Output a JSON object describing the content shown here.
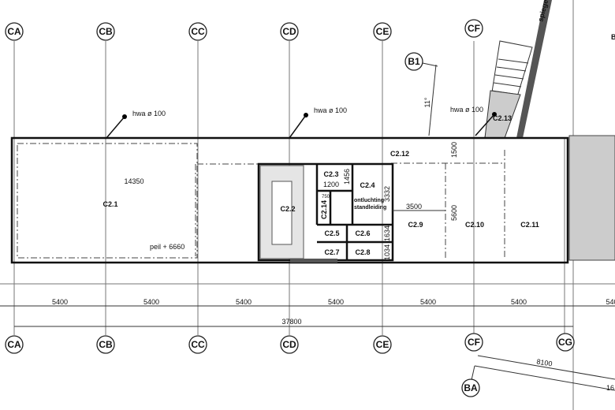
{
  "grid_axes": {
    "top": [
      "CA",
      "CB",
      "CC",
      "CD",
      "CE",
      "CF"
    ],
    "bottom": [
      "CA",
      "CB",
      "CC",
      "CD",
      "CE",
      "CF",
      "CG"
    ],
    "extra": [
      "B1",
      "BA"
    ]
  },
  "annotations": {
    "hwa1": "hwa ø 100",
    "hwa2": "hwa ø 100",
    "hwa3": "hwa ø 100",
    "angle": "11°",
    "level": "peil + 6660",
    "street": "spiegel",
    "b_label": "B",
    "ventilation_1": "ontluchting",
    "ventilation_2": "standleiding"
  },
  "rooms": {
    "c21": "C2.1",
    "c22": "C2.2",
    "c23": "C2.3",
    "c24": "C2.4",
    "c25": "C2.5",
    "c26": "C2.6",
    "c27": "C2.7",
    "c28": "C2.8",
    "c29": "C2.9",
    "c210": "C2.10",
    "c211": "C2.11",
    "c212": "C2.12",
    "c213": "C2.13",
    "c214": "C2.14"
  },
  "dimensions": {
    "d14350": "14350",
    "d1200": "1200",
    "d1456": "1456",
    "d750": "750",
    "d3332": "3332",
    "d3500": "3500",
    "d1500": "1500",
    "d5600": "5600",
    "d1634": "1634",
    "d1034": "1034",
    "bays": [
      "5400",
      "5400",
      "5400",
      "5400",
      "5400",
      "5400"
    ],
    "bay_partial": "540",
    "total": "37800",
    "diag": "8100",
    "diag2": "16"
  }
}
